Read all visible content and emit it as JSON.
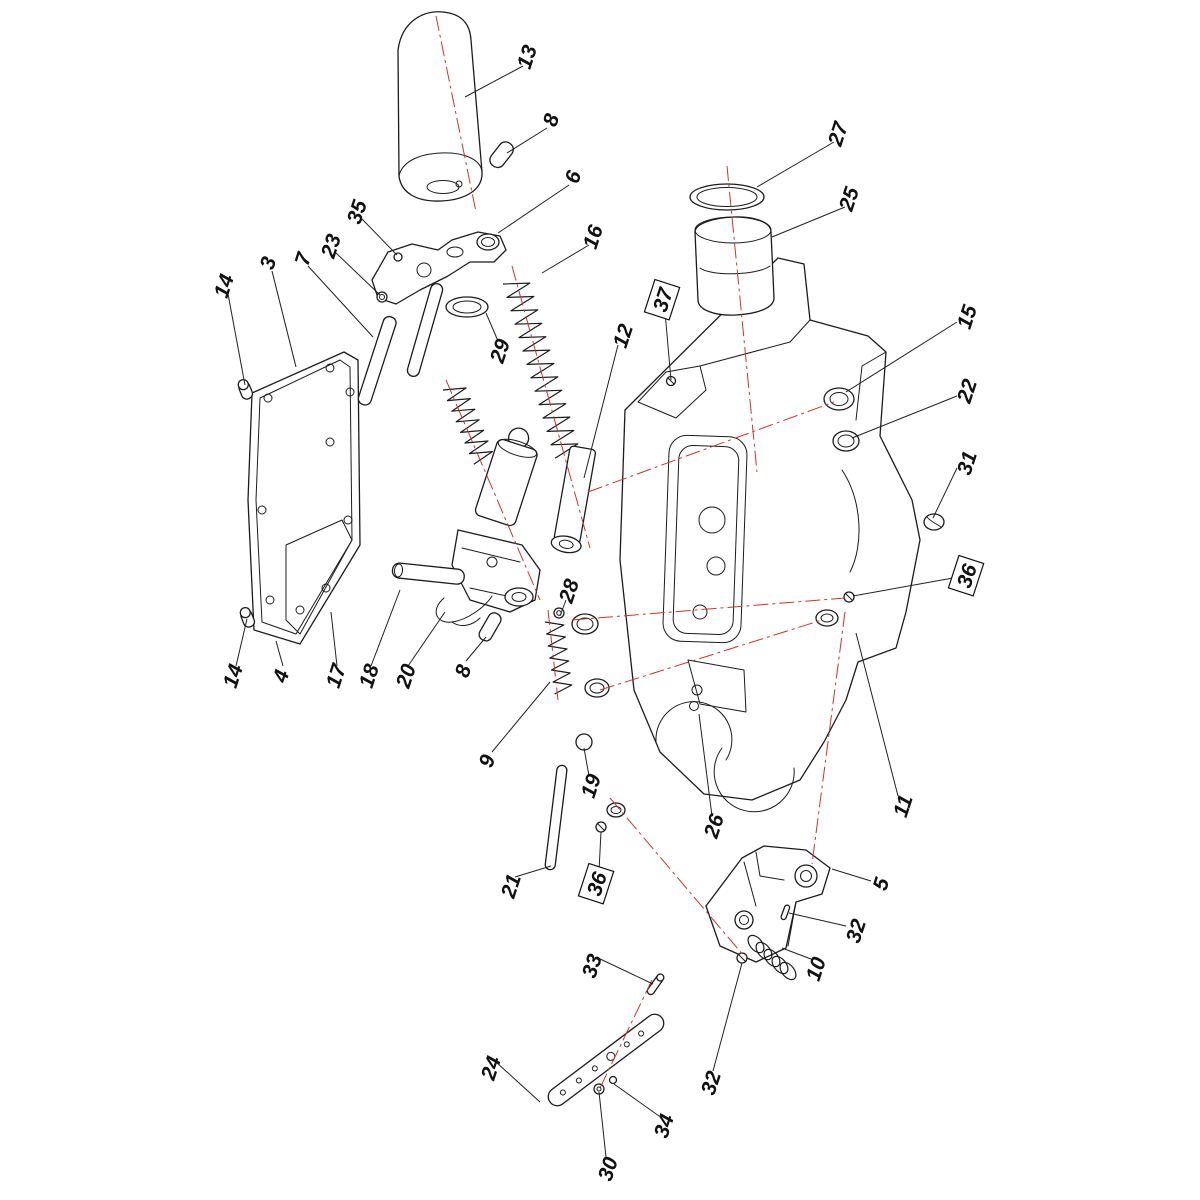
{
  "drawing": {
    "kind": "exploded-view-technical-diagram",
    "background_color": "#ffffff",
    "stroke_color": "#1c1c1c",
    "centerline_color": "#c23a2e",
    "callouts": [
      {
        "label": "13",
        "boxed": false
      },
      {
        "label": "8",
        "boxed": false
      },
      {
        "label": "6",
        "boxed": false
      },
      {
        "label": "27",
        "boxed": false
      },
      {
        "label": "25",
        "boxed": false
      },
      {
        "label": "16",
        "boxed": false
      },
      {
        "label": "35",
        "boxed": false
      },
      {
        "label": "23",
        "boxed": false
      },
      {
        "label": "7",
        "boxed": false
      },
      {
        "label": "3",
        "boxed": false
      },
      {
        "label": "14",
        "boxed": false
      },
      {
        "label": "37",
        "boxed": true
      },
      {
        "label": "29",
        "boxed": false
      },
      {
        "label": "12",
        "boxed": false
      },
      {
        "label": "15",
        "boxed": false
      },
      {
        "label": "22",
        "boxed": false
      },
      {
        "label": "31",
        "boxed": false
      },
      {
        "label": "36",
        "boxed": true
      },
      {
        "label": "28",
        "boxed": false
      },
      {
        "label": "14",
        "boxed": false
      },
      {
        "label": "4",
        "boxed": false
      },
      {
        "label": "17",
        "boxed": false
      },
      {
        "label": "18",
        "boxed": false
      },
      {
        "label": "20",
        "boxed": false
      },
      {
        "label": "8",
        "boxed": false
      },
      {
        "label": "9",
        "boxed": false
      },
      {
        "label": "19",
        "boxed": false
      },
      {
        "label": "26",
        "boxed": false
      },
      {
        "label": "11",
        "boxed": false
      },
      {
        "label": "21",
        "boxed": false
      },
      {
        "label": "36",
        "boxed": true
      },
      {
        "label": "5",
        "boxed": false
      },
      {
        "label": "32",
        "boxed": false
      },
      {
        "label": "10",
        "boxed": false
      },
      {
        "label": "33",
        "boxed": false
      },
      {
        "label": "32",
        "boxed": false
      },
      {
        "label": "24",
        "boxed": false
      },
      {
        "label": "34",
        "boxed": false
      },
      {
        "label": "30",
        "boxed": false
      }
    ]
  }
}
